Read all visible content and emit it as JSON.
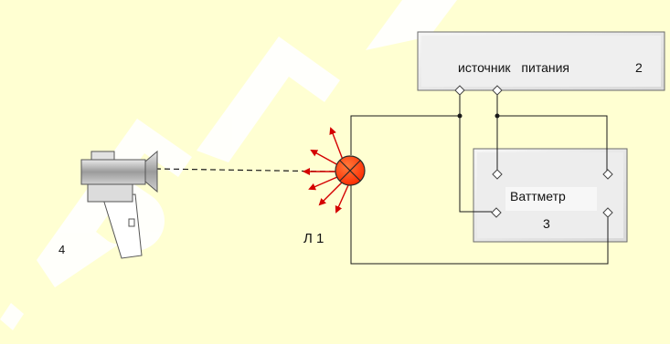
{
  "watermark": {
    "text": "БГА",
    "color": "#ffffff"
  },
  "power_source": {
    "label": "источник питания",
    "number": "2"
  },
  "wattmeter": {
    "label": "Ваттметр",
    "number": "3"
  },
  "lamp": {
    "label": "Л 1",
    "color": "#ff3b00",
    "ray_color": "#cc0000"
  },
  "camera": {
    "number": "4"
  },
  "colors": {
    "background": "#ffffd2",
    "box_fill": "#ececec",
    "wire": "#1a1a1a"
  }
}
